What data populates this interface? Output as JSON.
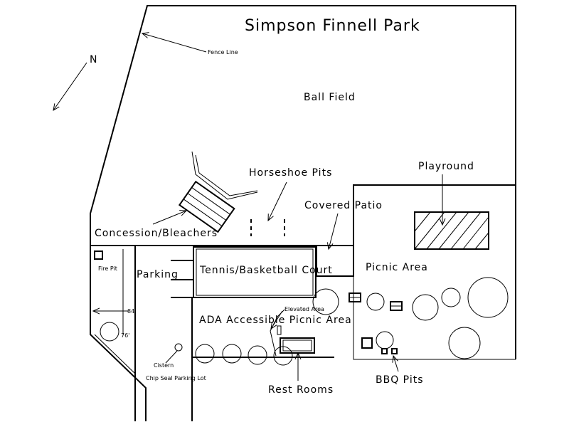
{
  "title": "Simpson Finnell Park",
  "north": "N",
  "labels": {
    "fence_line": "Fence Line",
    "ball_field": "Ball Field",
    "horseshoe_pits": "Horseshoe Pits",
    "playground": "Playround",
    "covered_patio": "Covered Patio",
    "concession": "Concession/Bleachers",
    "fire_pit": "Fire Pit",
    "parking": "Parking",
    "tennis": "Tennis/Basketball Court",
    "picnic_area": "Picnic Area",
    "ada_picnic": "ADA Accessible Picnic Area",
    "elevated_area": "Elevated Area",
    "dim_84": "84'",
    "dim_76": "76'",
    "cistern": "Cistern",
    "chip_seal": "Chip Seal Parking Lot",
    "rest_rooms": "Rest Rooms",
    "bbq_pits": "BBQ Pits"
  },
  "colors": {
    "line": "#000000",
    "background": "#ffffff"
  }
}
